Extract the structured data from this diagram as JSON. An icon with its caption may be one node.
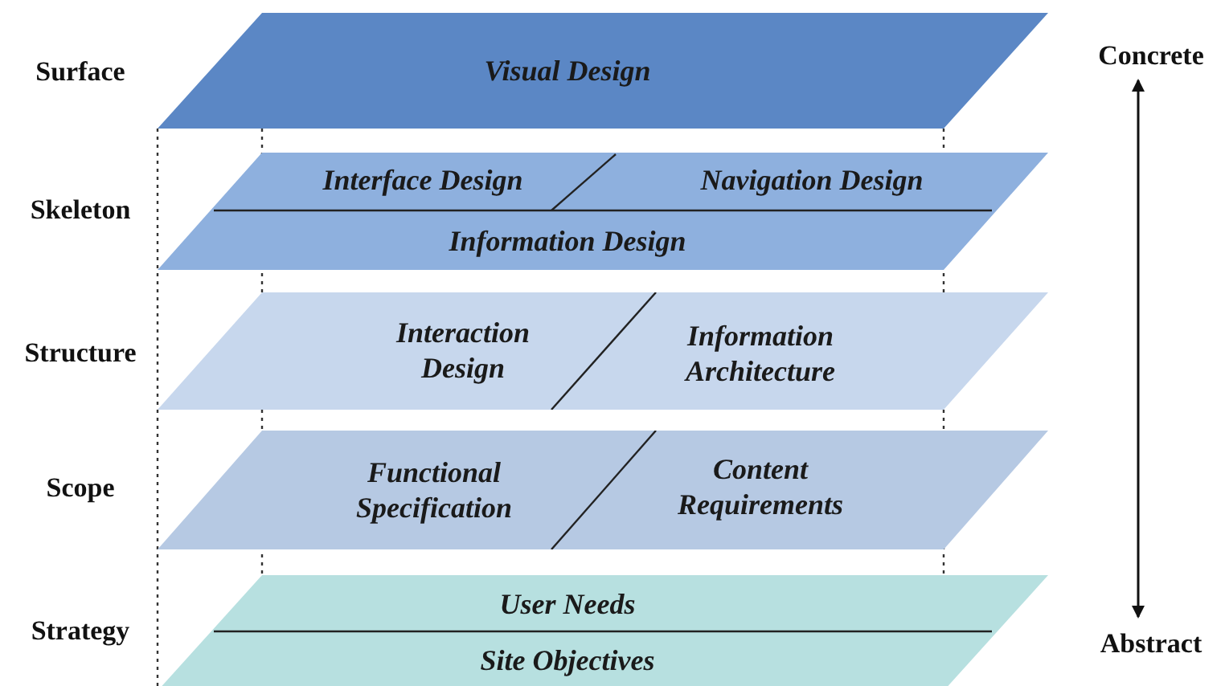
{
  "diagram": {
    "nodes": [
      {
        "text": [
          "Visual Design"
        ]
      },
      {
        "text": [
          "Interface Design",
          "Navigation Design",
          "Information Design"
        ]
      },
      {
        "text": [
          "Interaction Design",
          "Information Architecture"
        ]
      },
      {
        "text": [
          "Functional Specification",
          "Content Requirements"
        ]
      },
      {
        "text": [
          "User Needs",
          "Site Objectives"
        ]
      }
    ],
    "edges": [],
    "labels": [
      "Surface",
      "Concrete",
      "Skeleton",
      "Structure",
      "Scope",
      "Strategy",
      "Abstract"
    ]
  }
}
